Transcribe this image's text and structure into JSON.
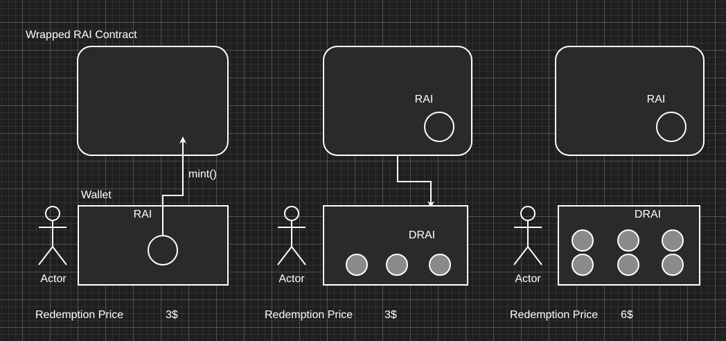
{
  "contract_title": "Wrapped RAI Contract",
  "wallet_title": "Wallet",
  "mint_call": "mint()",
  "panels": [
    {
      "actor_label": "Actor",
      "wallet_token": "RAI",
      "wallet_coin_count": 1,
      "redemption_label": "Redemption Price",
      "redemption_value": "3$"
    },
    {
      "contract_token": "RAI",
      "actor_label": "Actor",
      "wallet_token": "DRAI",
      "wallet_coin_count": 3,
      "redemption_label": "Redemption Price",
      "redemption_value": "3$"
    },
    {
      "contract_token": "RAI",
      "actor_label": "Actor",
      "wallet_token": "DRAI",
      "wallet_coin_count": 6,
      "redemption_label": "Redemption Price",
      "redemption_value": "6$"
    }
  ],
  "colors": {
    "background": "#1f1f1f",
    "box_fill": "#2a2a2a",
    "stroke": "#ffffff",
    "coin_filled": "#8a8a8a"
  }
}
